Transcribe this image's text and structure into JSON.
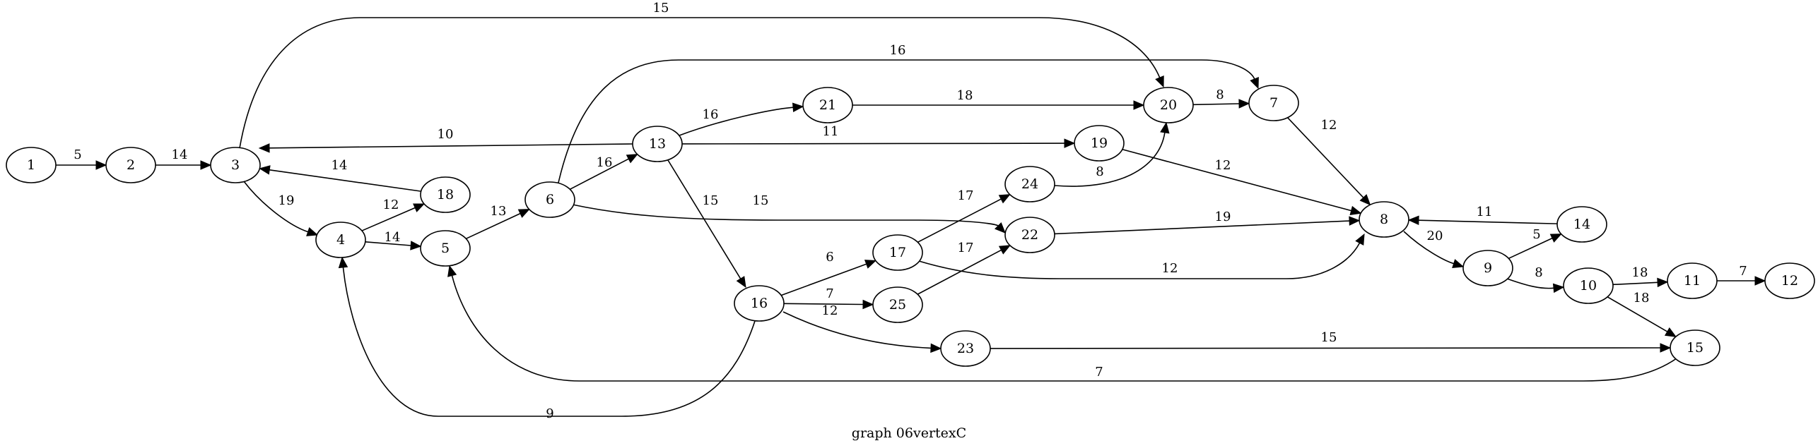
{
  "graph": {
    "caption": "graph 06vertexC",
    "colors": {
      "stroke": "#000000",
      "background": "#ffffff"
    },
    "nodes": [
      {
        "id": "1",
        "label": "1"
      },
      {
        "id": "2",
        "label": "2"
      },
      {
        "id": "3",
        "label": "3"
      },
      {
        "id": "4",
        "label": "4"
      },
      {
        "id": "5",
        "label": "5"
      },
      {
        "id": "6",
        "label": "6"
      },
      {
        "id": "7",
        "label": "7"
      },
      {
        "id": "8",
        "label": "8"
      },
      {
        "id": "9",
        "label": "9"
      },
      {
        "id": "10",
        "label": "10"
      },
      {
        "id": "11",
        "label": "11"
      },
      {
        "id": "12",
        "label": "12"
      },
      {
        "id": "13",
        "label": "13"
      },
      {
        "id": "14",
        "label": "14"
      },
      {
        "id": "15",
        "label": "15"
      },
      {
        "id": "16",
        "label": "16"
      },
      {
        "id": "17",
        "label": "17"
      },
      {
        "id": "18",
        "label": "18"
      },
      {
        "id": "19",
        "label": "19"
      },
      {
        "id": "20",
        "label": "20"
      },
      {
        "id": "21",
        "label": "21"
      },
      {
        "id": "22",
        "label": "22"
      },
      {
        "id": "23",
        "label": "23"
      },
      {
        "id": "24",
        "label": "24"
      },
      {
        "id": "25",
        "label": "25"
      }
    ],
    "edges": [
      {
        "from": "1",
        "to": "2",
        "weight": "5"
      },
      {
        "from": "2",
        "to": "3",
        "weight": "14"
      },
      {
        "from": "3",
        "to": "20",
        "weight": "15"
      },
      {
        "from": "3",
        "to": "4",
        "weight": "19"
      },
      {
        "from": "18",
        "to": "3",
        "weight": "14"
      },
      {
        "from": "13",
        "to": "3",
        "weight": "10"
      },
      {
        "from": "4",
        "to": "18",
        "weight": "12"
      },
      {
        "from": "4",
        "to": "5",
        "weight": "14"
      },
      {
        "from": "5",
        "to": "6",
        "weight": "13"
      },
      {
        "from": "6",
        "to": "13",
        "weight": "16"
      },
      {
        "from": "6",
        "to": "7",
        "weight": "16"
      },
      {
        "from": "6",
        "to": "22",
        "weight": "15"
      },
      {
        "from": "13",
        "to": "21",
        "weight": "16"
      },
      {
        "from": "13",
        "to": "19",
        "weight": "11"
      },
      {
        "from": "13",
        "to": "16",
        "weight": "15"
      },
      {
        "from": "21",
        "to": "20",
        "weight": "18"
      },
      {
        "from": "20",
        "to": "7",
        "weight": "8"
      },
      {
        "from": "7",
        "to": "8",
        "weight": "12"
      },
      {
        "from": "19",
        "to": "8",
        "weight": "12"
      },
      {
        "from": "24",
        "to": "20",
        "weight": "8"
      },
      {
        "from": "17",
        "to": "24",
        "weight": "17"
      },
      {
        "from": "22",
        "to": "8",
        "weight": "19"
      },
      {
        "from": "17",
        "to": "8",
        "weight": "12"
      },
      {
        "from": "25",
        "to": "22",
        "weight": "17"
      },
      {
        "from": "16",
        "to": "17",
        "weight": "6"
      },
      {
        "from": "16",
        "to": "25",
        "weight": "7"
      },
      {
        "from": "16",
        "to": "23",
        "weight": "12"
      },
      {
        "from": "16",
        "to": "4",
        "weight": "9"
      },
      {
        "from": "23",
        "to": "15",
        "weight": "15"
      },
      {
        "from": "15",
        "to": "5",
        "weight": "7"
      },
      {
        "from": "14",
        "to": "8",
        "weight": "11"
      },
      {
        "from": "8",
        "to": "9",
        "weight": "20"
      },
      {
        "from": "9",
        "to": "14",
        "weight": "5"
      },
      {
        "from": "9",
        "to": "10",
        "weight": "8"
      },
      {
        "from": "10",
        "to": "11",
        "weight": "18"
      },
      {
        "from": "10",
        "to": "15",
        "weight": "18"
      },
      {
        "from": "11",
        "to": "12",
        "weight": "7"
      }
    ]
  }
}
